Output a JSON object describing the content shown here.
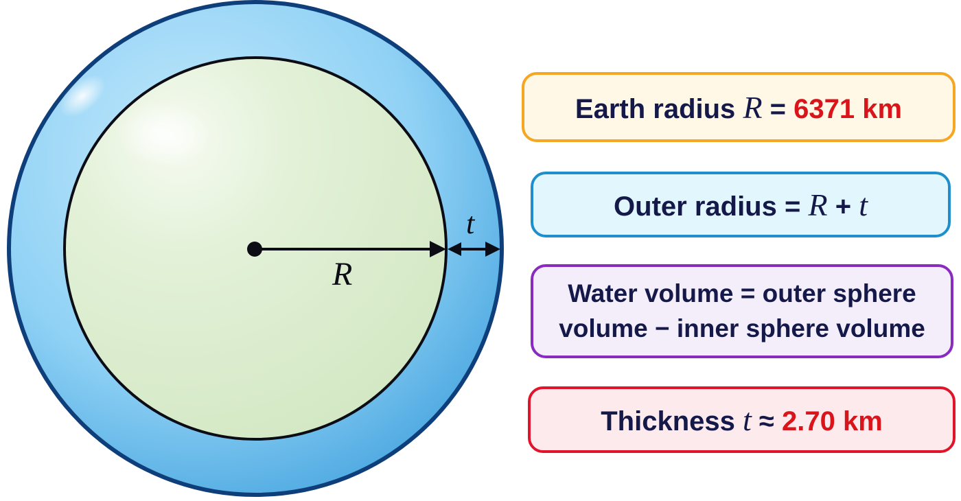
{
  "diagram": {
    "radius_label": "R",
    "thickness_label": "t",
    "colors": {
      "water_layer": "#5bb6ec",
      "water_outline": "#0f3f7a",
      "earth_fill": "#dff0d2",
      "outline": "#0c0c14"
    },
    "icons": [
      "center-dot",
      "double-headed-arrow"
    ]
  },
  "boxes": {
    "earth": {
      "label": "Earth radius",
      "symbol": "R",
      "equals": "=",
      "value": "6371 km",
      "border_color": "#f5a623",
      "fill_color": "#fff8e6"
    },
    "outer": {
      "label": "Outer radius =",
      "symbol_r": "R",
      "plus": "+",
      "symbol_t": "t",
      "border_color": "#1f8fcc",
      "fill_color": "#e2f7fd"
    },
    "water": {
      "line1": "Water volume = outer sphere",
      "line2": "volume − inner sphere volume",
      "border_color": "#8a2bbf",
      "fill_color": "#f4eefb"
    },
    "thickness": {
      "label": "Thickness",
      "symbol": "t",
      "approx": "≈",
      "value": "2.70 km",
      "border_color": "#e0142a",
      "fill_color": "#fdeaec"
    }
  }
}
